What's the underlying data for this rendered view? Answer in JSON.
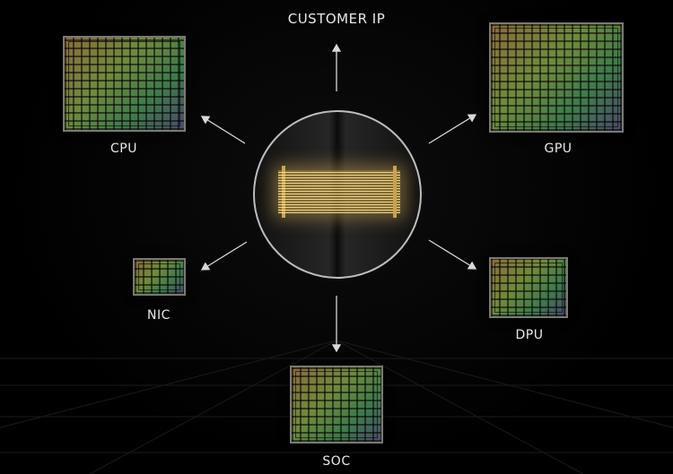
{
  "title": "CUSTOMER IP",
  "center": {
    "name": "chiplet-interconnect"
  },
  "nodes": [
    {
      "id": "cpu",
      "label": "CPU"
    },
    {
      "id": "gpu",
      "label": "GPU"
    },
    {
      "id": "nic",
      "label": "NIC"
    },
    {
      "id": "dpu",
      "label": "DPU"
    },
    {
      "id": "soc",
      "label": "SOC"
    }
  ],
  "colors": {
    "background": "#000000",
    "arrow": "#d8d8d8",
    "glow": "#d9b25a"
  }
}
